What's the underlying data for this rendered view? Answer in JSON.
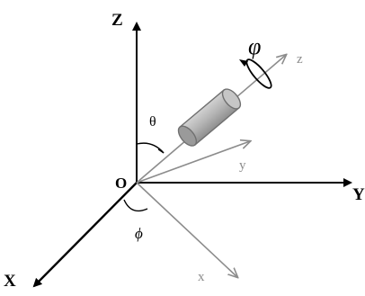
{
  "diagram": {
    "fixed_axes": {
      "z_label": "Z",
      "y_label": "Y",
      "x_label": "X",
      "origin_label": "O"
    },
    "body_axes": {
      "z_label": "z",
      "y_label": "y",
      "x_label": "x"
    },
    "angles": {
      "theta_label": "θ",
      "phi_lower_label": "ϕ",
      "phi_spin_label": "φ"
    },
    "colors": {
      "fixed_axis": "#000000",
      "body_axis": "#8c8c8c",
      "cylinder_fill": "#b8b8b8",
      "cylinder_edge": "#707070"
    }
  }
}
